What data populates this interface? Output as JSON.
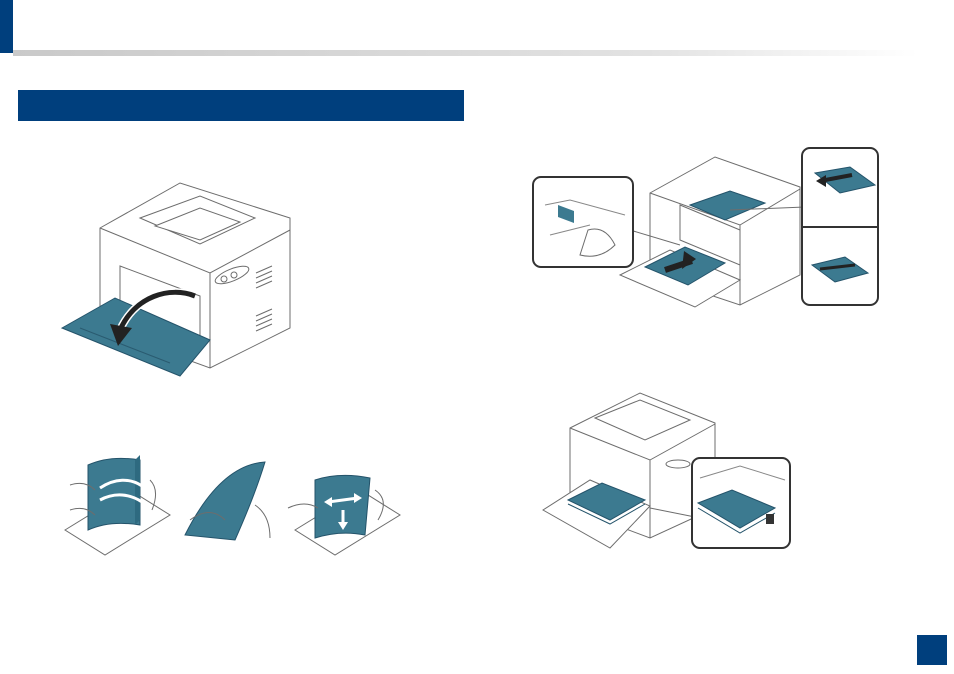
{
  "theme": {
    "brand_blue": "#003f7d",
    "illustration_teal": "#3c7a90",
    "line_gray": "#6d6d6d"
  },
  "header": {
    "title": ""
  },
  "section": {
    "title": ""
  },
  "figures": [
    {
      "name": "open-front-tray",
      "icon": "printer-open-tray-arrow"
    },
    {
      "name": "fan-paper-stack",
      "icon": "paper-flex-fan-align"
    },
    {
      "name": "adjust-paper-guides",
      "icon": "printer-guides-zoom"
    },
    {
      "name": "load-paper-tray",
      "icon": "printer-loaded-tray-zoom"
    }
  ],
  "page": {
    "number": ""
  }
}
